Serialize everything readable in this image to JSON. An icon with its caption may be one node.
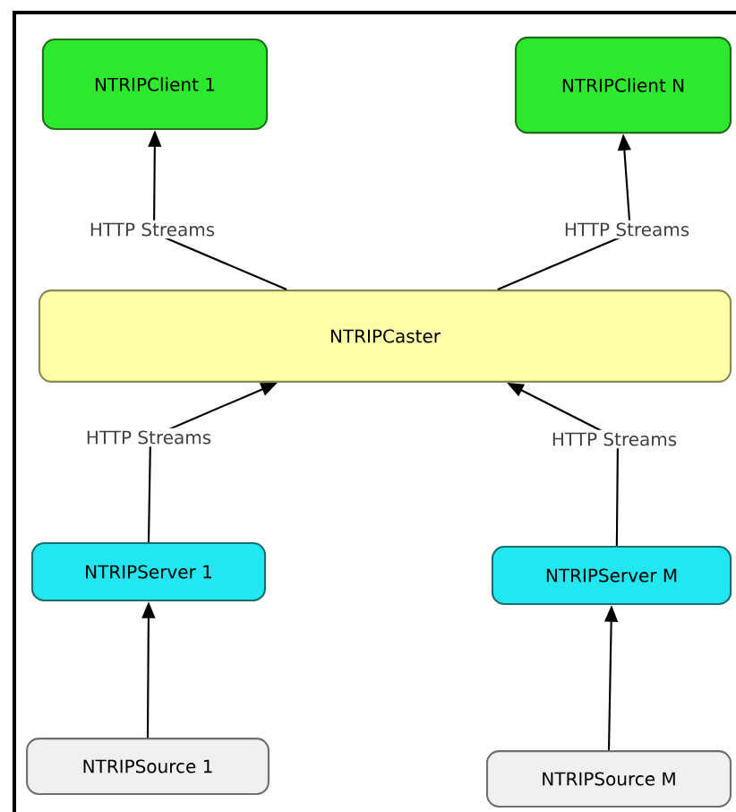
{
  "diagram": {
    "nodes": [
      {
        "text": [
          "NTRIPClient 1"
        ]
      },
      {
        "text": [
          "NTRIPClient N"
        ]
      },
      {
        "text": [
          "NTRIPCaster"
        ]
      },
      {
        "text": [
          "NTRIPServer 1"
        ]
      },
      {
        "text": [
          "NTRIPServer M"
        ]
      },
      {
        "text": [
          "NTRIPSource 1"
        ]
      },
      {
        "text": [
          "NTRIPSource M"
        ]
      }
    ],
    "edges": [
      {
        "from": 2,
        "to": 0,
        "arrow": "to",
        "label": "HTTP Streams"
      },
      {
        "from": 2,
        "to": 1,
        "arrow": "to",
        "label": "HTTP Streams"
      },
      {
        "from": 3,
        "to": 2,
        "arrow": "to",
        "label": "HTTP Streams"
      },
      {
        "from": 4,
        "to": 2,
        "arrow": "to",
        "label": "HTTP Streams"
      },
      {
        "from": 5,
        "to": 3,
        "arrow": "to"
      },
      {
        "from": 6,
        "to": 4,
        "arrow": "to"
      }
    ]
  }
}
